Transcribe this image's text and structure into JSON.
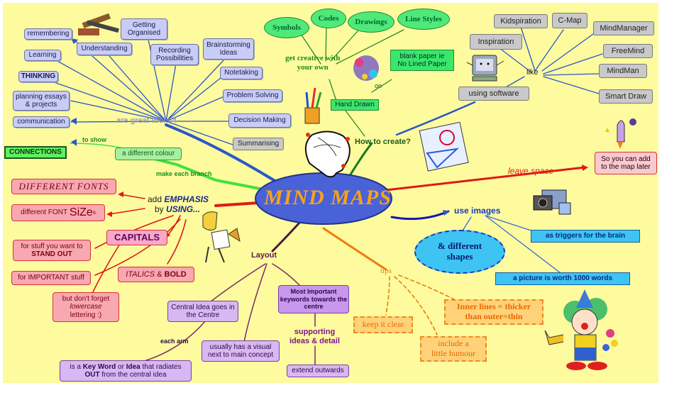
{
  "center": "MIND MAPS",
  "great_tools": {
    "label": "are great tools 4",
    "items": [
      "remembering",
      "Learning",
      "THINKING",
      "planning essays & projects",
      "communication",
      "Understanding",
      "Getting Organised",
      "Recording Possibilities",
      "Brainstorming Ideas",
      "Notetaking",
      "Problem Solving",
      "Decision Making",
      "Summarising"
    ]
  },
  "colour": {
    "make_each_branch": "make each branch",
    "a_different_colour": "a different colour",
    "to_show": "to show",
    "connections": "CONNECTIONS"
  },
  "emphasis": {
    "add": "add",
    "emphasis": "EMPHASIS",
    "by": "by",
    "using": "USING...",
    "different_fonts": "DIFFERENT FONTS",
    "different_font": "different FONT",
    "size_big": "SiZe",
    "size_s": "s",
    "capitals": "CAPITALS",
    "stand_out_1": "for stuff you want to",
    "stand_out_2": "STAND OUT",
    "important": "for IMPORTANT stuff",
    "lowercase_1": "but don't forget",
    "lowercase_2": "lowercase",
    "lowercase_3": "lettering :)",
    "italics": "ITALICS",
    "amp": "&",
    "bold": "BOLD"
  },
  "layout": {
    "label": "Layout",
    "central_idea": "Central Idea goes in the Centre",
    "each_arm": "each arm",
    "key_word_pre": "is a",
    "key_word": "Key Word",
    "or": "or",
    "idea": "Idea",
    "radiates": "that radiates",
    "out": "OUT",
    "from_central": "from the central idea",
    "visual": "usually has a visual next to main concept",
    "most_important": "Most Important keywords towards the centre",
    "supporting_1": "supporting",
    "supporting_2": "ideas & detail",
    "extend": "extend outwards"
  },
  "tips": {
    "label": "tips",
    "keep_clear": "keep it clear",
    "humour_1": "include a",
    "humour_2": "little humour",
    "inner_lines_1": "Inner lines = thicker",
    "inner_lines_2": "than outer=thin"
  },
  "images": {
    "use_images": "use images",
    "shapes_1": "& different",
    "shapes_2": "shapes",
    "triggers": "as triggers for the brain",
    "picture": "a picture is worth 1000 words"
  },
  "space": {
    "leave_space": "leave space",
    "add_later_1": "So you can add",
    "add_later_2": "to the map later"
  },
  "create": {
    "how": "How to create?",
    "hand_drawn": "Hand Drawn",
    "on": "on",
    "blank_paper_1": "blank paper ie",
    "blank_paper_2": "No Lined Paper",
    "get_creative_1": "get creative with",
    "get_creative_2": "your own",
    "symbols": "Symbols",
    "codes": "Codes",
    "drawings": "Drawings",
    "line_styles": "Line Styles",
    "using_software": "using software",
    "like": "like",
    "software": [
      "Kidspiration",
      "C-Map",
      "Inspiration",
      "MindManager",
      "FreeMind",
      "MindMan",
      "Smart Draw"
    ]
  },
  "colors": {
    "background": "#fdfb9e",
    "center_fill": "#4a62d8",
    "center_text": "#f7a21a"
  }
}
